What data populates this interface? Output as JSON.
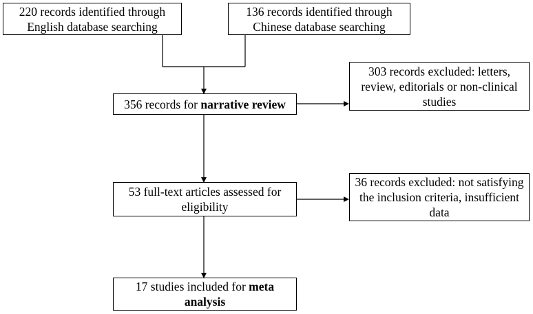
{
  "boxes": {
    "english_search": {
      "line1": "220 records identified through",
      "line2": "English database searching"
    },
    "chinese_search": {
      "line1": "136 records identified through",
      "line2": "Chinese database searching"
    },
    "narrative_review": {
      "text": "356 records for ",
      "bold": "narrative review"
    },
    "excluded_1": {
      "line1": "303 records excluded: letters,",
      "line2": "review, editorials or non-clinical",
      "line3": "studies"
    },
    "full_text": {
      "line1": "53 full-text articles assessed for",
      "line2": "eligibility"
    },
    "excluded_2": {
      "line1": "36 records excluded: not satisfying",
      "line2": "the inclusion criteria, insufficient",
      "line3": "data"
    },
    "included": {
      "line1_text": "17 studies included for ",
      "line1_bold": "meta",
      "line2_bold": "analysis"
    }
  }
}
